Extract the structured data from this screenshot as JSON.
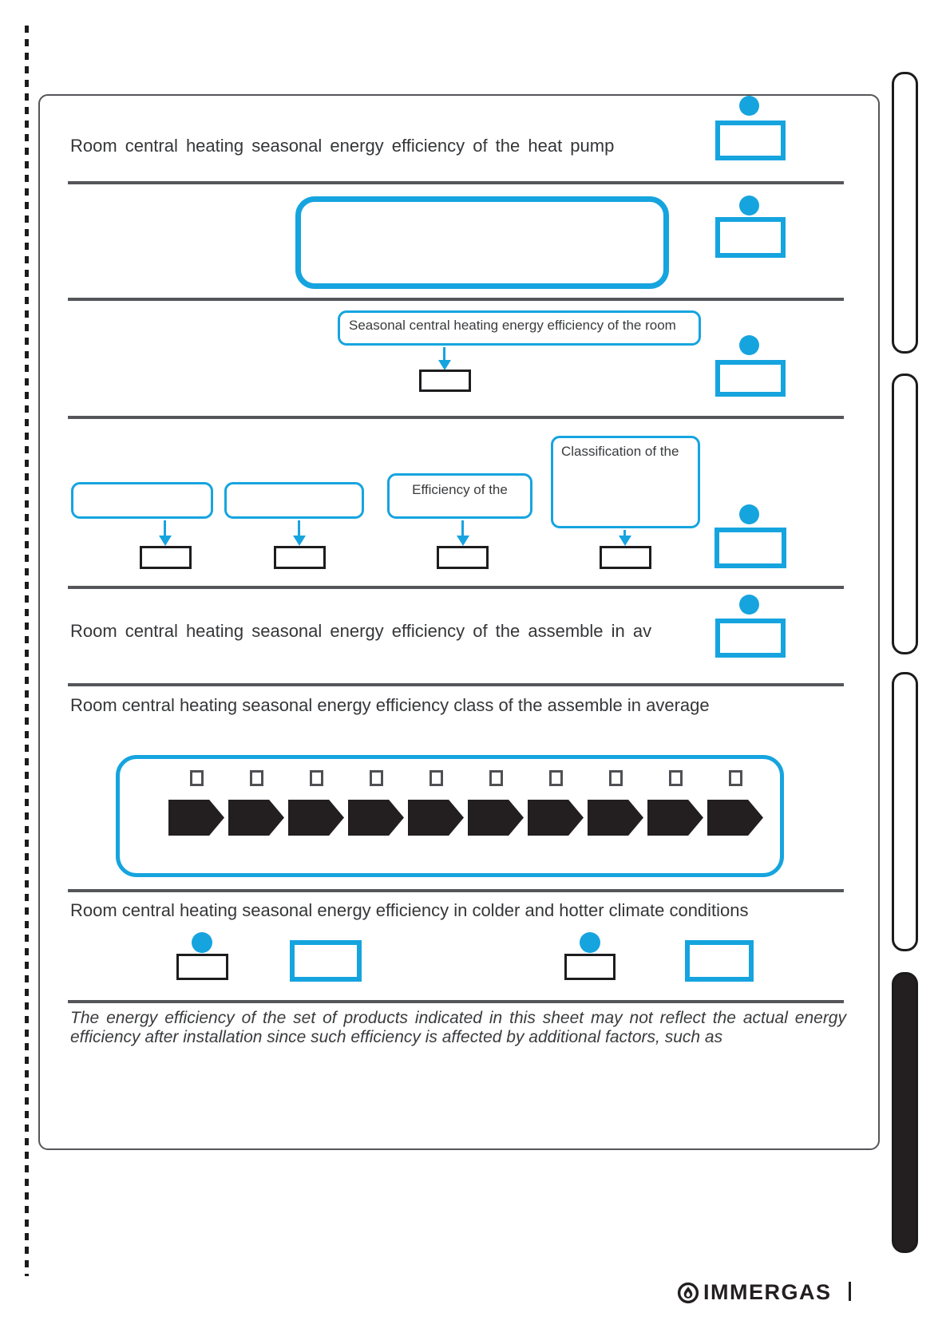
{
  "document": {
    "sections": {
      "s1": {
        "heading": "Room central heating seasonal energy efficiency of the heat pump"
      },
      "s3": {
        "box_label": "Seasonal central heating energy efficiency of the room"
      },
      "s4": {
        "box3_label": "Efficiency of the",
        "box4_label": "Classification of the"
      },
      "s5": {
        "heading": "Room central heating seasonal energy efficiency of the assemble in av"
      },
      "s6": {
        "heading": "Room central heating seasonal energy efficiency class of the assemble in average",
        "positions": 10
      },
      "s7": {
        "heading": "Room central heating seasonal energy efficiency in colder and hotter climate conditions"
      },
      "note": {
        "text": "The energy efficiency of the set of products indicated in this sheet may not reflect the actual energy efficiency after installation since such efficiency is affected by additional factors, such as"
      }
    },
    "footer": {
      "brand": "IMMERGAS"
    },
    "colors": {
      "accent_blue": "#16A4DF",
      "line_gray": "#55565A",
      "ink": "#231F20"
    }
  }
}
